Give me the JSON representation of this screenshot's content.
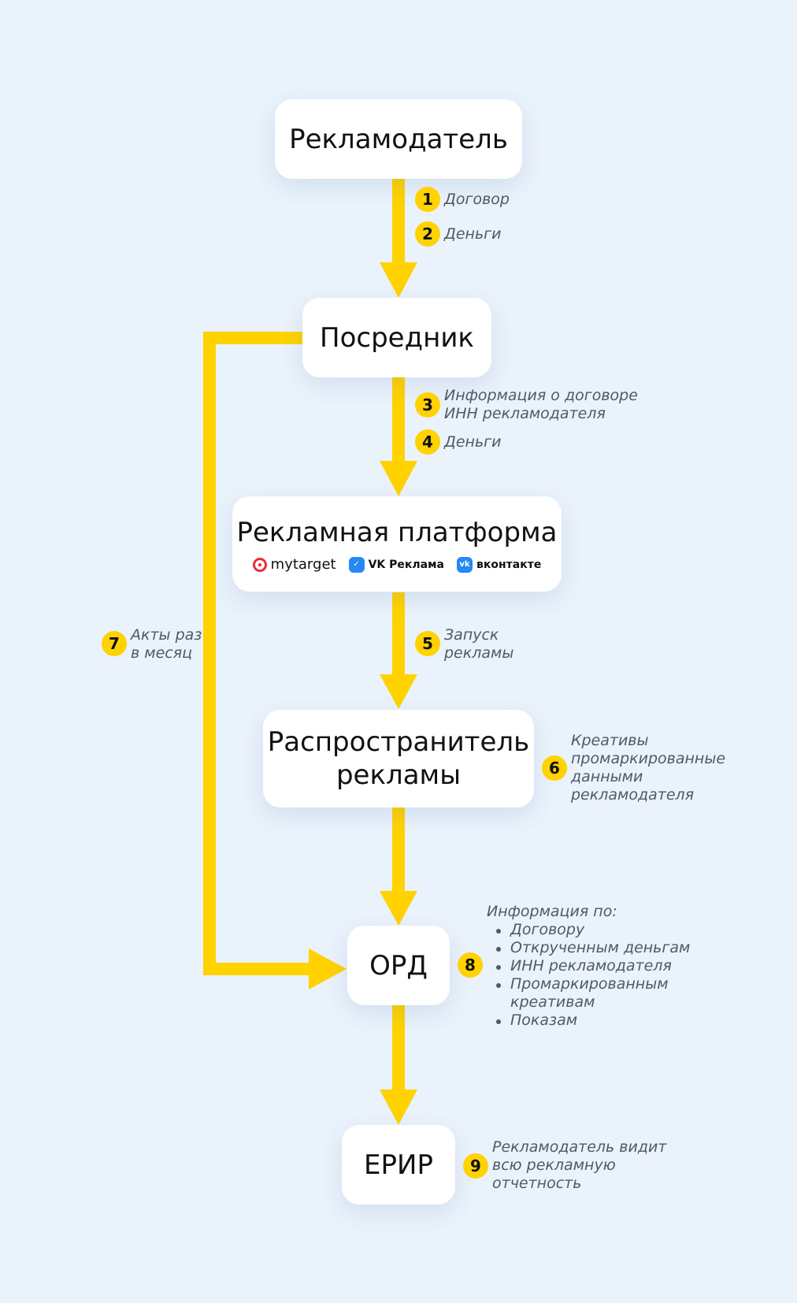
{
  "colors": {
    "background": "#eaf2fb",
    "arrow": "#ffd200",
    "badge": "#ffd200",
    "note_text": "#505a66",
    "box": "#ffffff"
  },
  "nodes": {
    "advertiser": "Рекламодатель",
    "intermediary": "Посредник",
    "platform": "Рекламная платформа",
    "distributor_line1": "Распространитель",
    "distributor_line2": "рекламы",
    "ord": "ОРД",
    "erir": "ЕРИР"
  },
  "platform_logos": [
    {
      "name": "mytarget",
      "icon": "mytarget-logo-icon"
    },
    {
      "name": "VK Реклама",
      "icon": "vk-ads-logo-icon"
    },
    {
      "name": "вконтакте",
      "icon": "vk-logo-icon"
    }
  ],
  "steps": {
    "s1": {
      "num": "1",
      "text": "Договор"
    },
    "s2": {
      "num": "2",
      "text": "Деньги"
    },
    "s3": {
      "num": "3",
      "line1": "Информация о договоре",
      "line2": "ИНН рекламодателя"
    },
    "s4": {
      "num": "4",
      "text": "Деньги"
    },
    "s5": {
      "num": "5",
      "line1": "Запуск",
      "line2": "рекламы"
    },
    "s6": {
      "num": "6",
      "line1": "Креативы",
      "line2": "промаркированные",
      "line3": "данными",
      "line4": "рекламодателя"
    },
    "s7": {
      "num": "7",
      "line1": "Акты раз",
      "line2": "в месяц"
    },
    "s8": {
      "num": "8",
      "heading": "Информация по:",
      "items": [
        "Договору",
        "Открученным деньгам",
        "ИНН рекламодателя",
        "Промаркированным",
        "Показам"
      ],
      "item4_cont": "креативам"
    },
    "s9": {
      "num": "9",
      "line1": "Рекламодатель видит",
      "line2": "всю рекламную",
      "line3": "отчетность"
    }
  }
}
